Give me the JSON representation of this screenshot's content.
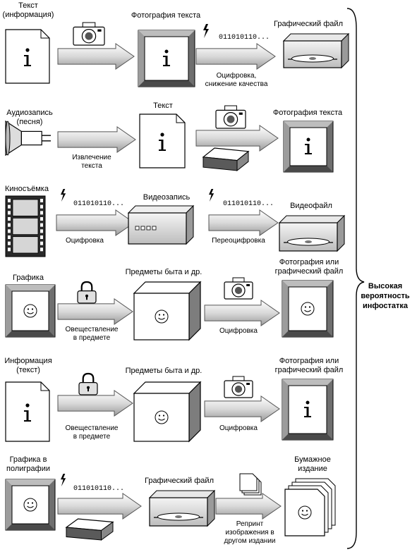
{
  "rows": [
    {
      "source_label": "Текст\n(информация)",
      "middle_label": "Фотография текста",
      "target_label": "Графический файл",
      "code_1": "011010110...",
      "caption_2": "Оцифровка,\nснижение качества"
    },
    {
      "source_label": "Аудиозапись\n(песня)",
      "middle_label": "Текст",
      "target_label": "Фотография текста",
      "caption_1": "Извлечение\nтекста"
    },
    {
      "source_label": "Киносъёмка",
      "middle_label": "Видеозапись",
      "target_label": "Видеофайл",
      "code_1": "011010110...",
      "code_2": "011010110...",
      "caption_1": "Оцифровка",
      "caption_2": "Переоцифровка"
    },
    {
      "source_label": "Графика",
      "middle_label": "Предметы быта и др.",
      "target_label": "Фотография или\nграфический файл",
      "caption_1": "Овеществление\nв предмете",
      "caption_2": "Оцифровка"
    },
    {
      "source_label": "Информация\n(текст)",
      "middle_label": "Предметы быта и др.",
      "target_label": "Фотография или\nграфический файл",
      "caption_1": "Овеществление\nв предмете",
      "caption_2": "Оцифровка"
    },
    {
      "source_label": "Графика в\nполиграфии",
      "middle_label": "Графический файл",
      "target_label": "Бумажное\nиздание",
      "code_1": "011010110...",
      "caption_2": "Репринт\nизображения в\nдругом издании"
    }
  ],
  "brace_label": "Высокая\nвероятность\nинфостатка",
  "icons": {
    "document": "document-icon",
    "framed_picture": "framed-picture-icon",
    "camera": "camera-icon",
    "lightning": "lightning-icon",
    "disk_drive": "disk-drive-icon",
    "speaker": "speaker-icon",
    "scanner": "scanner-icon",
    "film": "film-strip-icon",
    "video_recorder": "video-recorder-icon",
    "padlock": "padlock-icon",
    "box": "box-icon",
    "paper_stack": "paper-stack-icon",
    "arrow": "arrow-icon"
  }
}
